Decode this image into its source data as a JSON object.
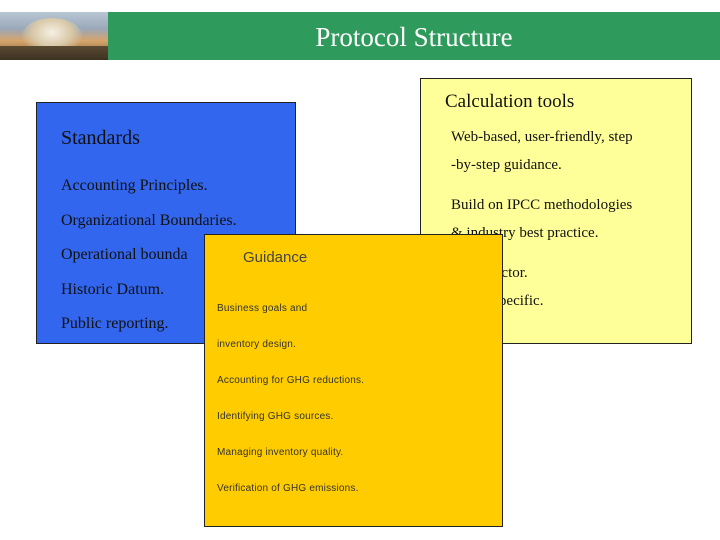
{
  "header": {
    "title": "Protocol Structure",
    "logo_icon": "smoke-cloud-logo",
    "bar_color": "#2e9a5c"
  },
  "standards": {
    "title": "Standards",
    "color": "#3366ee",
    "items": [
      "Accounting Principles.",
      "Organizational Boundaries.",
      "Operational bounda",
      "Historic Datum.",
      "Public reporting."
    ]
  },
  "guidance": {
    "title": "Guidance",
    "color": "#ffcc00",
    "items": [
      "Business goals and",
      "inventory design.",
      "Accounting for GHG reductions.",
      "Identifying GHG sources.",
      "Managing inventory quality.",
      "Verification of GHG emissions."
    ]
  },
  "calculation_tools": {
    "title": "Calculation tools",
    "color": "#ffff99",
    "items": [
      [
        "Web-based, user-friendly, step",
        "-by-step guidance."
      ],
      [
        "Build on IPCC methodologies",
        "& industry best practice."
      ],
      [
        "Cross sector."
      ],
      [
        "Sector specific."
      ]
    ]
  }
}
